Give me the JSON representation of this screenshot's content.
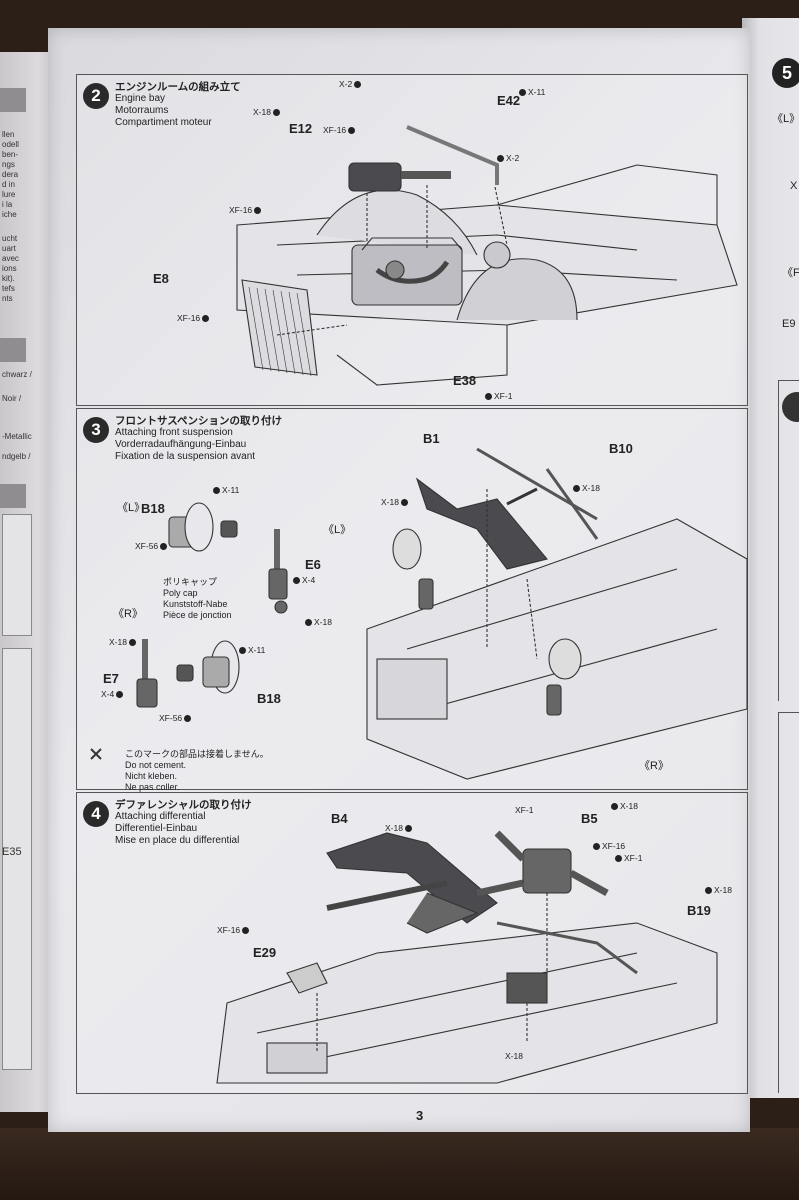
{
  "page_number": "3",
  "left_page": {
    "snippets": [
      "llen",
      "odell",
      "ben-",
      "ngs",
      "dera",
      "d in",
      "lure",
      "i la",
      "iche",
      "ucht",
      "uart",
      "avec",
      "ions",
      "kit).",
      "tefs",
      "nts",
      "chwarz /",
      "Noir /",
      "-Metallic",
      "ndgelb /",
      "E35"
    ]
  },
  "right_page": {
    "step": "5",
    "snippets": [
      "《L》",
      "X",
      "《F",
      "E9"
    ]
  },
  "steps": [
    {
      "number": "2",
      "jp": "エンジンルームの組み立て",
      "en": "Engine bay",
      "de": "Motorraums",
      "fr": "Compartiment moteur",
      "parts": {
        "e12": "E12",
        "e42": "E42",
        "e8": "E8",
        "e38": "E38"
      },
      "screws": {
        "x2a": "X-2",
        "x11": "X-11",
        "x18": "X-18",
        "xf16a": "XF-16",
        "x2b": "X-2",
        "xf16b": "XF-16",
        "xf16c": "XF-16",
        "xf1": "XF-1"
      }
    },
    {
      "number": "3",
      "jp": "フロントサスペンションの取り付け",
      "en": "Attaching front suspension",
      "de": "Vorderradaufhängung-Einbau",
      "fr": "Fixation de la suspension avant",
      "parts": {
        "b18a": "B18",
        "e6": "E6",
        "e7": "E7",
        "b18b": "B18",
        "b1": "B1",
        "b10": "B10"
      },
      "screws": {
        "x11a": "X-11",
        "xf56a": "XF-56",
        "x4a": "X-4",
        "x18a": "X-18",
        "x18b": "X-18",
        "x11b": "X-11",
        "x4b": "X-4",
        "xf56b": "XF-56",
        "x18c": "X-18",
        "x18d": "X-18"
      },
      "side_l": "《L》",
      "side_l2": "《L》",
      "side_r": "《R》",
      "side_r2": "《R》",
      "polycap_jp": "ポリキャップ",
      "polycap_en": "Poly cap",
      "polycap_de": "Kunststoff-Nabe",
      "polycap_fr": "Pièce de jonction",
      "nocement_jp": "このマークの部品は接着しません。",
      "nocement_en": "Do not cement.",
      "nocement_de": "Nicht kleben.",
      "nocement_fr": "Ne pas coller."
    },
    {
      "number": "4",
      "jp": "デファレンシャルの取り付け",
      "en": "Attaching differential",
      "de": "Differentiel-Einbau",
      "fr": "Mise en place du differential",
      "parts": {
        "b4": "B4",
        "b5": "B5",
        "b19": "B19",
        "e29": "E29"
      },
      "screws": {
        "x18a": "X-18",
        "xf1a": "XF-1",
        "x18b": "X-18",
        "xf16a": "XF-16",
        "xf1b": "XF-1",
        "x18c": "X-18",
        "xf16b": "XF-16",
        "x18d": "X-18"
      }
    }
  ]
}
